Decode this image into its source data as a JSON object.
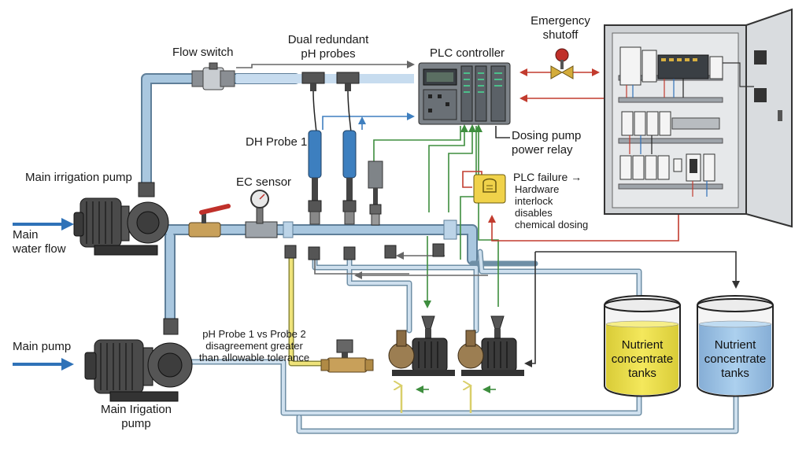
{
  "labels": {
    "flow_switch": "Flow switch",
    "dual_probes_1": "Dual redundant",
    "dual_probes_2": "pH probes",
    "plc_controller": "PLC controller",
    "emergency_1": "Emergency",
    "emergency_2": "shutoff",
    "ph_probe_1": "DH Probe 1",
    "dosing_relay_1": "Dosing pump",
    "dosing_relay_2": "power relay",
    "main_irrigation_pump": "Main irrigation pump",
    "ec_sensor": "EC sensor",
    "plc_failure": "PLC failure",
    "interlock_1": "Hardware",
    "interlock_2": "interlock",
    "interlock_3": "disables",
    "interlock_4": "chemical dosing",
    "main_water_flow_1": "Main",
    "main_water_flow_2": "water flow",
    "main_pump": "Main pump",
    "disagree_1": "pH Probe 1 vs Probe 2",
    "disagree_2": "disagreement greater",
    "disagree_3": "than allowable tolerance",
    "main_irrigation_pump_2a": "Main Irigation",
    "main_irrigation_pump_2b": "pump",
    "tank1_1": "Nutrient",
    "tank1_2": "concentrate",
    "tank1_3": "tanks",
    "tank2_1": "Nutrient",
    "tank2_2": "concentrate",
    "tank2_3": "tanks"
  },
  "colors": {
    "pipe": "#a9c7df",
    "pipe_edge": "#5f7f99",
    "signal_blue": "#3f7fbf",
    "signal_green": "#3e8e3e",
    "signal_red": "#c23b2e",
    "signal_gray": "#666666",
    "flow_arrow": "#2f72b8",
    "tank_yellow": "#f0e24a",
    "tank_blue": "#9cc2e4",
    "pump_body": "#4a4a4a",
    "plc_body": "#7c8288",
    "cabinet": "#d0d2d4"
  }
}
